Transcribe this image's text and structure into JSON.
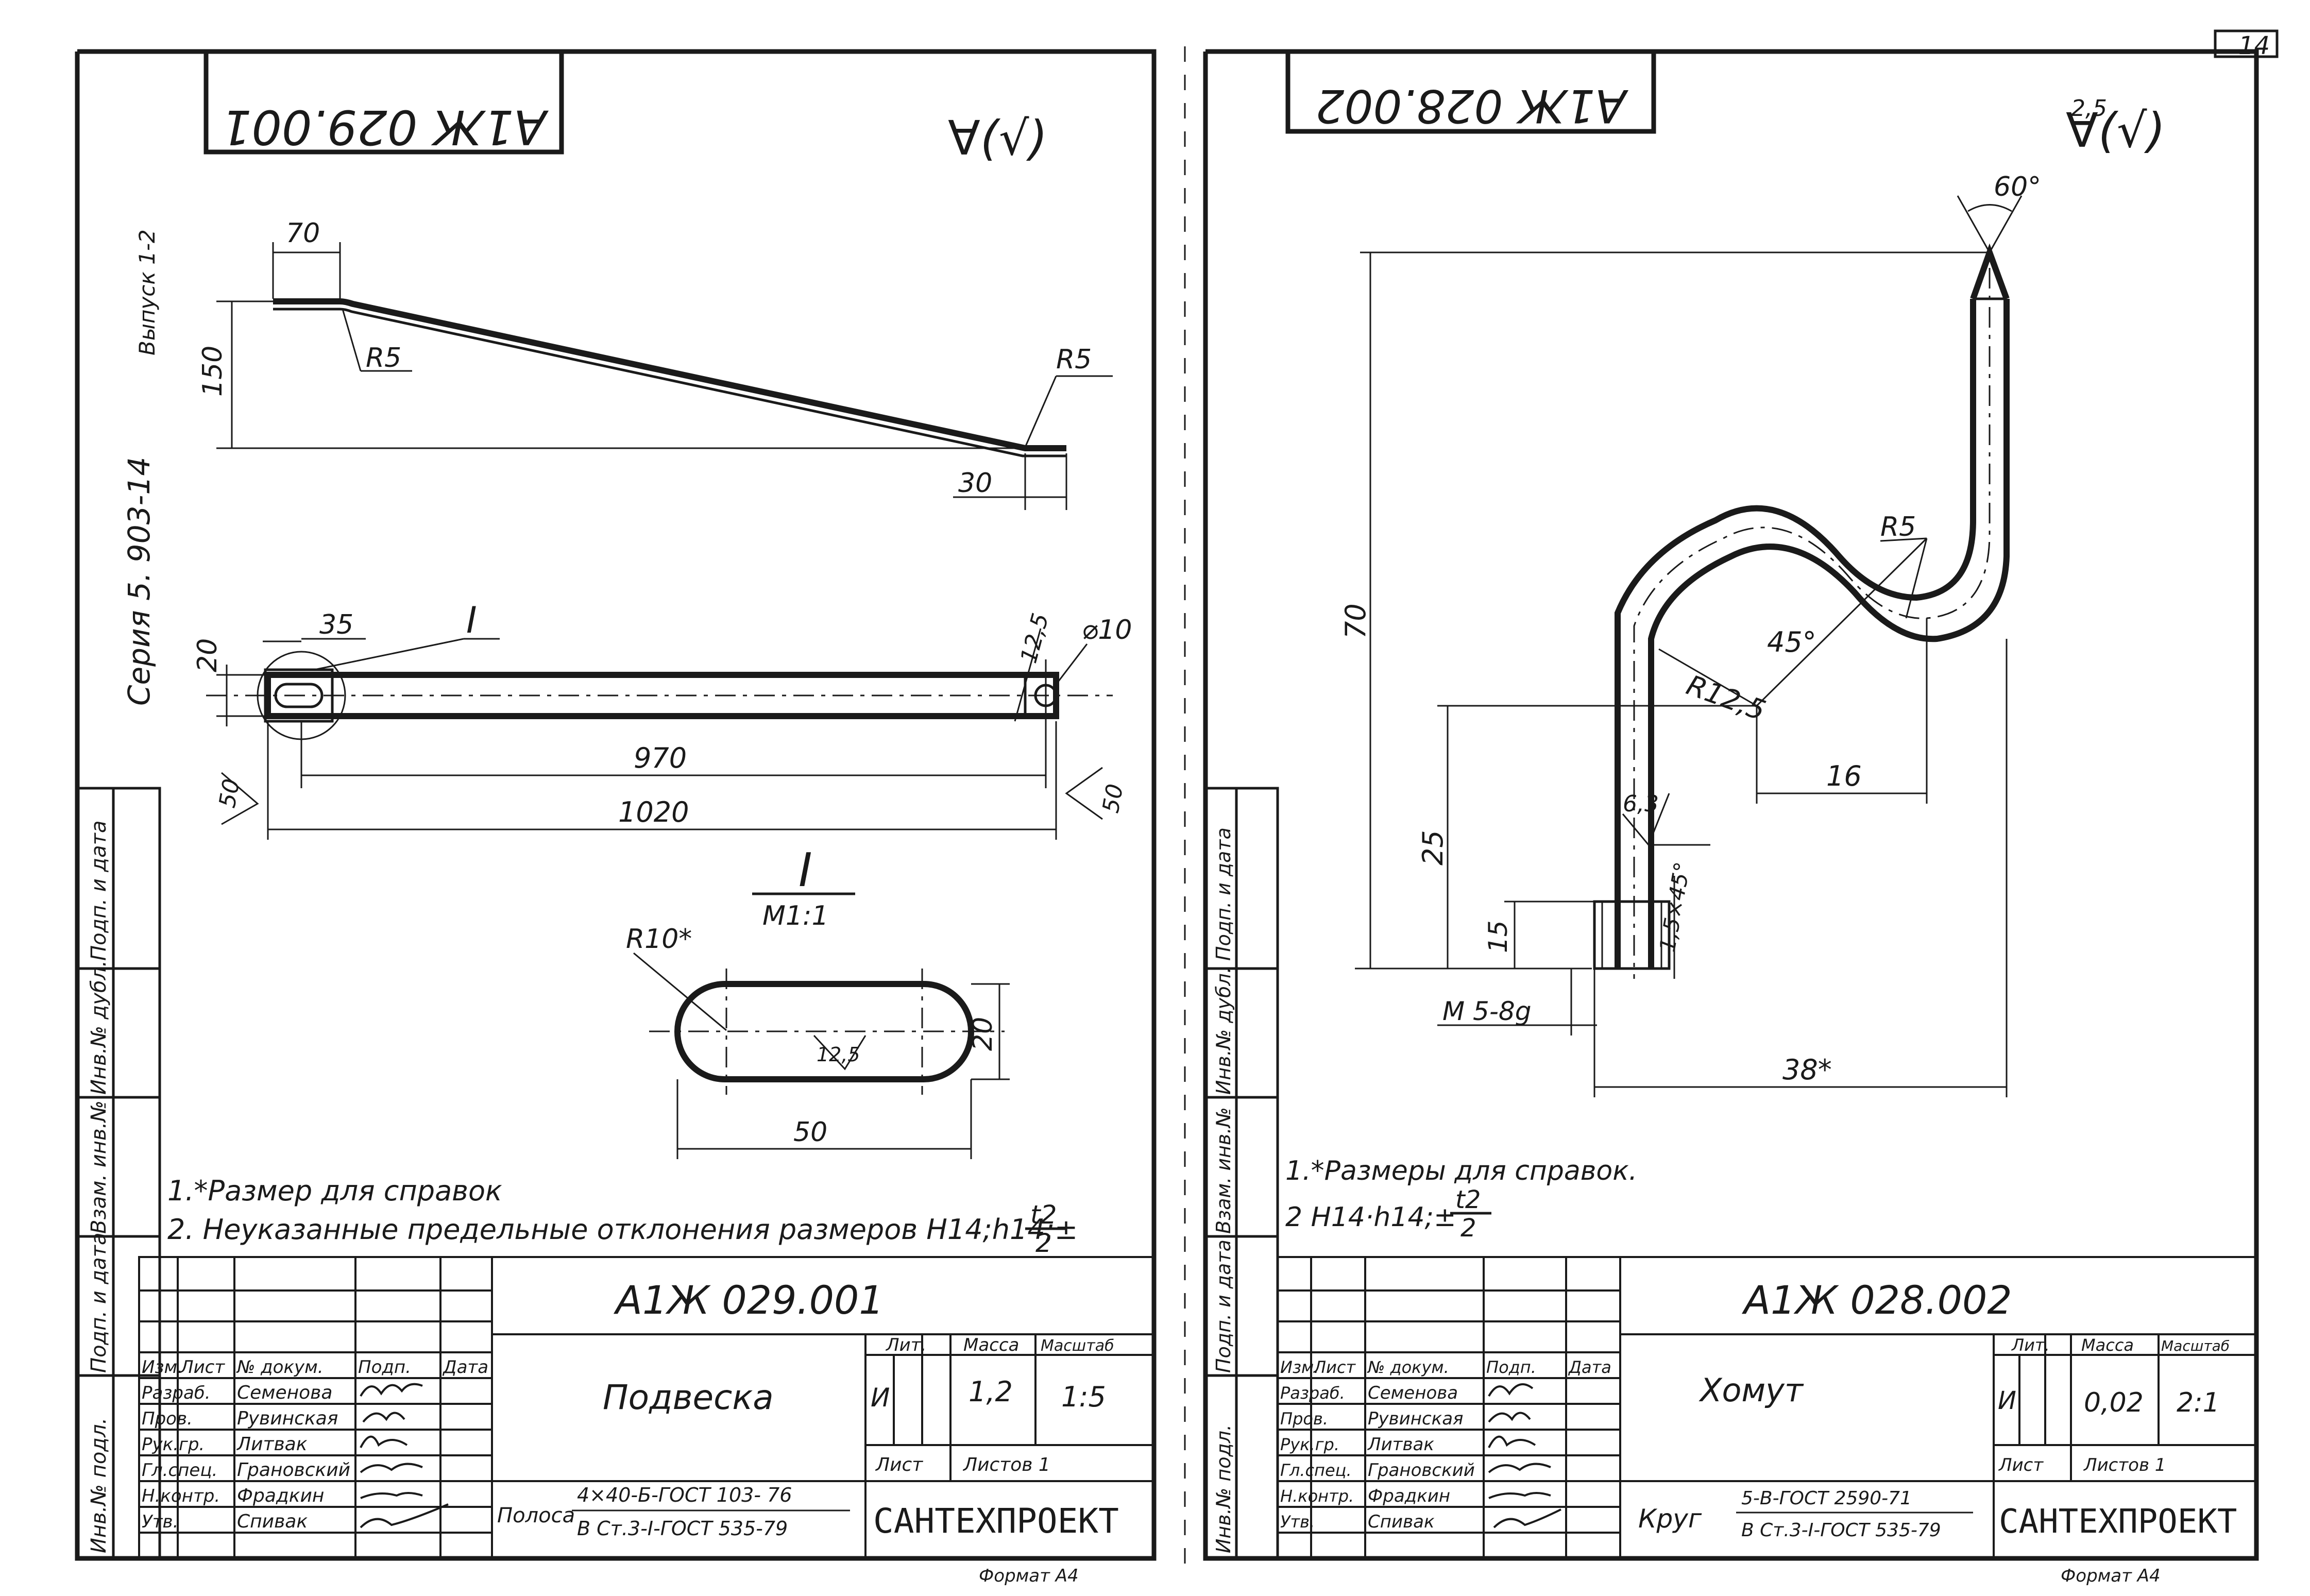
{
  "page": {
    "number": "14"
  },
  "side": {
    "extract": "Выпуск 1-2",
    "series": "Серия 5. 903-14",
    "stamp_cells": [
      "Инв.№ подл.",
      "Подп. и дата",
      "Взам. инв.№",
      "Инв.№ дубл.",
      "Подп. и дата"
    ]
  },
  "left": {
    "rotated_code": "А1Ж 029.001",
    "roughness": "∀(√)",
    "dims": {
      "d70": "70",
      "d150": "150",
      "r5a": "R5",
      "r5b": "R5",
      "d30": "30",
      "d35": "35",
      "mark": "I",
      "d20": "20",
      "d125": "12,5",
      "phi10": "⌀10",
      "d970": "970",
      "d1020": "1020",
      "d50a": "50",
      "d50b": "50"
    },
    "detail": {
      "mark": "I",
      "scale": "М1:1",
      "r10": "R10*",
      "rough": "12,5",
      "d20": "20",
      "d50": "50"
    },
    "notes": [
      "1.*Размер для справок",
      "2. Неуказанные предельные отклонения размеров Н14;h14;±"
    ],
    "tol_num": "t2",
    "tol_den": "2",
    "title_block": {
      "code": "А1Ж 029.001",
      "name": "Подвеска",
      "header": [
        "Изм.",
        "Лист",
        "№ докум.",
        "Подп.",
        "Дата"
      ],
      "roles": [
        "Разраб.",
        "Пров.",
        "Рук.гр.",
        "Гл.спец.",
        "Н.контр.",
        "Утв."
      ],
      "people": [
        "Семенова",
        "Рувинская",
        "Литвак",
        "Грановский",
        "Фрадкин",
        "Спивак"
      ],
      "lit_label": "Лит.",
      "mass_label": "Масса",
      "scale_label": "Масштаб",
      "lit": "И",
      "mass": "1,2",
      "scale": "1:5",
      "sheet_label": "Лист",
      "sheets_label": "Листов 1",
      "material_prefix": "Полоса",
      "material_top": "4×40-Б-ГОСТ 103- 76",
      "material_bottom": "В Ст.3-I-ГОСТ 535-79",
      "org": "САНТЕХПРОЕКТ",
      "format": "Формат А4"
    }
  },
  "right": {
    "rotated_code": "А1Ж 028.002",
    "roughness": "∀(√)",
    "roughness_value": "2,5",
    "dims": {
      "a60": "60°",
      "d70": "70",
      "r5": "R5",
      "a45": "45°",
      "r125": "R12,5",
      "d16": "16",
      "d25": "25",
      "d63": "6,3",
      "d15": "15",
      "chamfer": "1,5×45°",
      "thread": "М 5-8g",
      "d38": "38*"
    },
    "notes": [
      "1.*Размеры для справок.",
      "2 Н14·h14;±"
    ],
    "tol_num": "t2",
    "tol_den": "2",
    "title_block": {
      "code": "А1Ж 028.002",
      "name": "Хомут",
      "header": [
        "Изм.",
        "Лист",
        "№ докум.",
        "Подп.",
        "Дата"
      ],
      "roles": [
        "Разраб.",
        "Пров.",
        "Рук.гр.",
        "Гл.спец.",
        "Н.контр.",
        "Утв."
      ],
      "people": [
        "Семенова",
        "Рувинская",
        "Литвак",
        "Грановский",
        "Фрадкин",
        "Спивак"
      ],
      "lit_label": "Лит.",
      "mass_label": "Масса",
      "scale_label": "Масштаб",
      "lit": "И",
      "mass": "0,02",
      "scale": "2:1",
      "sheet_label": "Лист",
      "sheets_label": "Листов 1",
      "material_prefix": "Круг",
      "material_top": "5-В-ГОСТ 2590-71",
      "material_bottom": "В Ст.3-I-ГОСТ 535-79",
      "org": "САНТЕХПРОЕКТ",
      "format": "Формат А4"
    }
  },
  "colors": {
    "ink": "#1a1a1a",
    "paper": "#ffffff"
  }
}
